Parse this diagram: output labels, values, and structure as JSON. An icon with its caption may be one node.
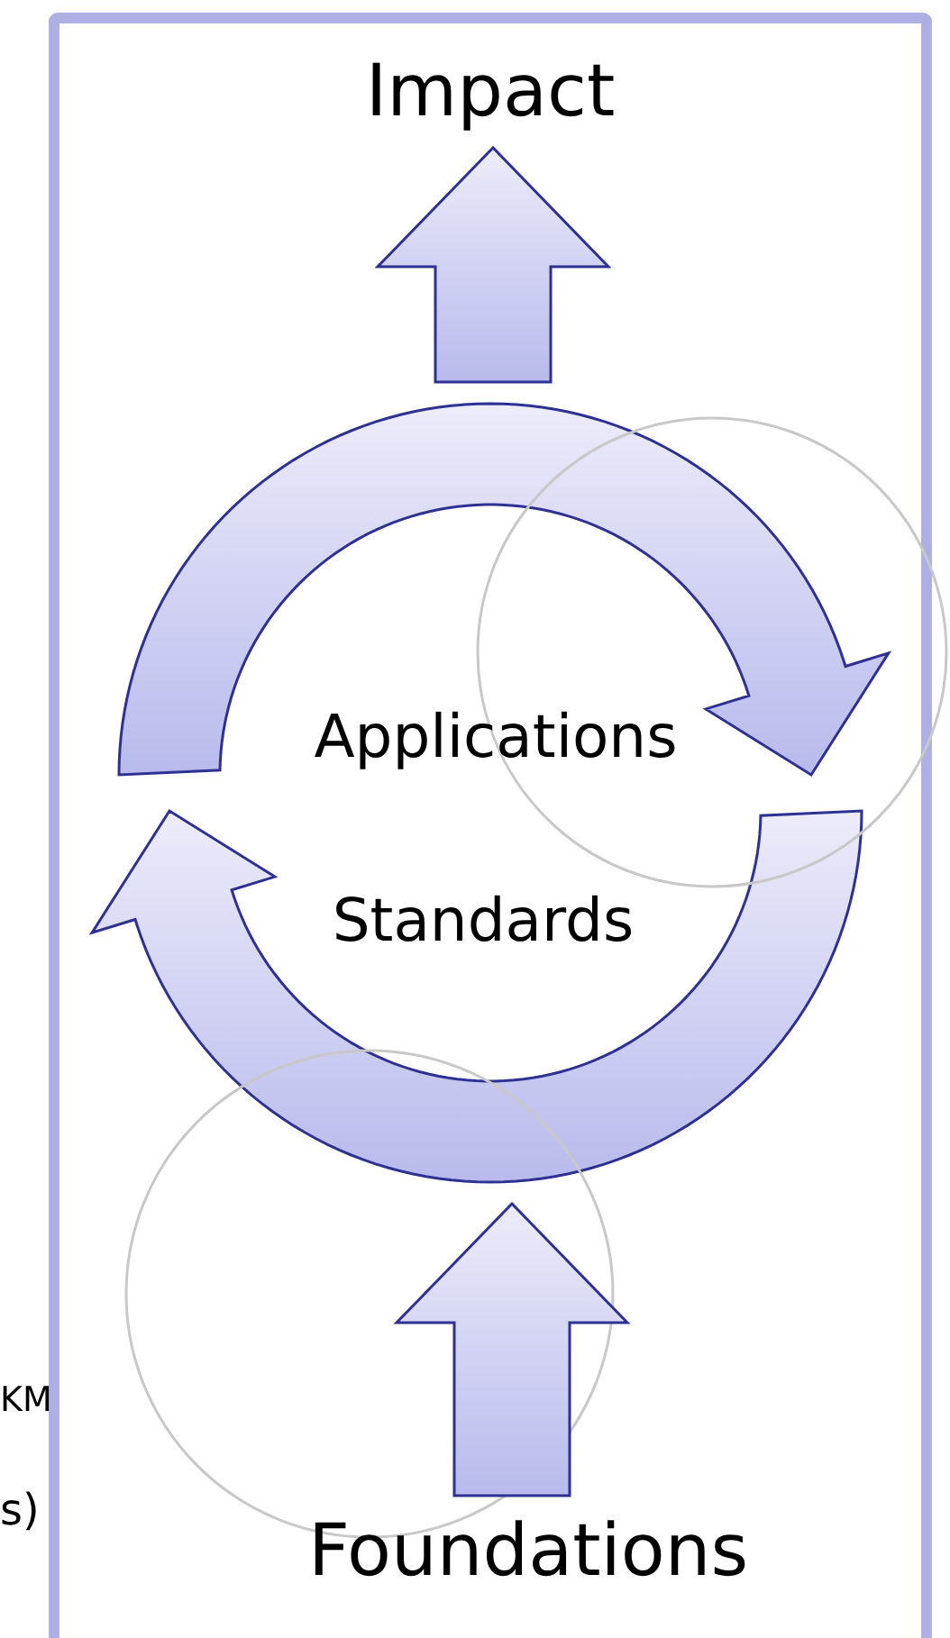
{
  "diagram": {
    "nodes": [
      {
        "text": [],
        "shape": "box"
      },
      {
        "text": [
          "Impact"
        ],
        "in": 0
      },
      {
        "text": [],
        "shape": "cycle",
        "in": 0
      },
      {
        "text": [
          "Applications"
        ],
        "in": 2
      },
      {
        "text": [
          "Standards"
        ],
        "in": 2
      },
      {
        "text": [
          "Foundations"
        ],
        "in": 0
      }
    ],
    "edges": [
      {
        "from": 2,
        "to": 1,
        "arrow": "to"
      },
      {
        "from": 5,
        "to": 2,
        "arrow": "to"
      }
    ],
    "labels": [
      "KM",
      "s)"
    ]
  }
}
